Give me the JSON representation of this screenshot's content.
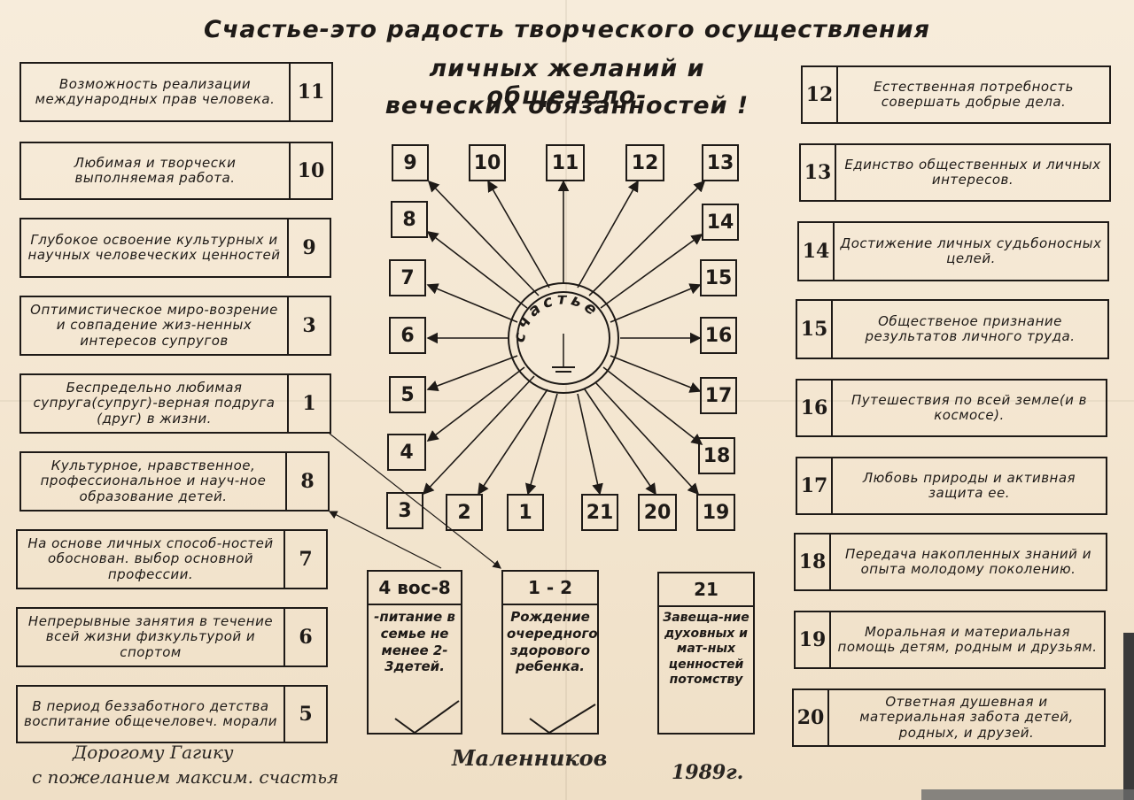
{
  "title": {
    "line1": "Счастье-это радость творческого осуществления",
    "line2": "личных желаний и общечело-",
    "line3": "веческих обязанностей !"
  },
  "hub_label": "счастье",
  "left_cards": [
    {
      "text": "Возможность реализации международных прав человека.",
      "num": "11"
    },
    {
      "text": "Любимая и творчески выполняемая работа.",
      "num": "10"
    },
    {
      "text": "Глубокое освоение культурных и научных человеческих ценностей",
      "num": "9"
    },
    {
      "text": "Оптимистическое миро-возрение и совпадение жиз-ненных интересов супругов",
      "num": "3"
    },
    {
      "text": "Беспредельно любимая супруга(супруг)-верная подруга (друг) в жизни.",
      "num": "1"
    },
    {
      "text": "Культурное, нравственное, профессиональное и науч-ное образование детей.",
      "num": "8"
    },
    {
      "text": "На основе личных способ-ностей обоснован. выбор основной профессии.",
      "num": "7"
    },
    {
      "text": "Непрерывные занятия в течение всей жизни физкультурой и спортом",
      "num": "6"
    },
    {
      "text": "В период беззаботного детства воспитание общечеловеч. морали",
      "num": "5"
    }
  ],
  "right_cards": [
    {
      "num": "12",
      "text": "Естественная потребность совершать добрые дела."
    },
    {
      "num": "13",
      "text": "Единство общественных и личных интересов."
    },
    {
      "num": "14",
      "text": "Достижение личных судьбоносных целей."
    },
    {
      "num": "15",
      "text": "Общественое признание результатов личного труда."
    },
    {
      "num": "16",
      "text": "Путешествия по всей земле(и в космосе)."
    },
    {
      "num": "17",
      "text": "Любовь природы и активная защита ее."
    },
    {
      "num": "18",
      "text": "Передача накопленных знаний и опыта молодому поколению."
    },
    {
      "num": "19",
      "text": "Моральная и материальная помощь детям, родным и друзьям."
    },
    {
      "num": "20",
      "text": "Ответная душевная и материальная забота детей, родных, и друзей."
    }
  ],
  "wheel_numbers": {
    "n9": "9",
    "n10": "10",
    "n11": "11",
    "n12": "12",
    "n13": "13",
    "n8": "8",
    "n14": "14",
    "n7": "7",
    "n15": "15",
    "n6": "6",
    "n16": "16",
    "n5": "5",
    "n17": "17",
    "n4": "4",
    "n18": "18",
    "n3": "3",
    "n2": "2",
    "n1": "1",
    "n21": "21",
    "n20": "20",
    "n19": "19"
  },
  "bottom_boxes": [
    {
      "head": "4 вос-8",
      "body": "-питание в семье не менее 2-3детей."
    },
    {
      "head": "1 - 2",
      "body": "Рождение очередного здорового ребенка."
    },
    {
      "head": "21",
      "body": "Завеща-ние духовных и мат-ных ценностей потомству"
    }
  ],
  "dedication": {
    "line1": "Дорогому Гагику",
    "line2": "с пожеланием максим. счастья"
  },
  "signature": "Маленников",
  "year": "1989г."
}
